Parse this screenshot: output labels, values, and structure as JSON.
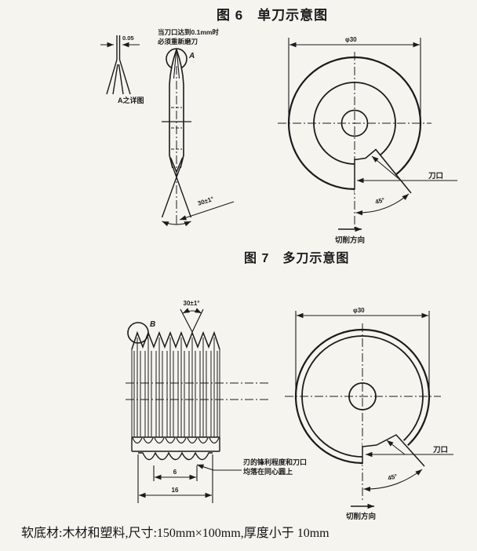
{
  "page": {
    "background": "#f5f4ef",
    "ink": "#1b1b1b"
  },
  "figure6": {
    "title": "图 6　单刀示意图",
    "note": {
      "line1": "当刀口达到0.1mm时",
      "line2": "必须重新磨刀"
    },
    "detail_view": {
      "width_dim": "0.05",
      "caption": "A之详图"
    },
    "blade_view": {
      "section_ref": "A",
      "tip_angle": "30±1°"
    },
    "disc_view": {
      "diameter_dim": "φ30",
      "edge_label": "刀口",
      "edge_angle": "45°",
      "cut_direction": "切削方向"
    }
  },
  "figure7": {
    "title": "图 7　多刀示意图",
    "blades_view": {
      "section_ref": "B",
      "tip_angle": "30±1°",
      "pitch_dim": "6",
      "width_dim": "16",
      "callout": {
        "line1": "刃的锋利程度和刀口",
        "line2": "均落在同心圆上"
      }
    },
    "disc_view": {
      "diameter_dim": "φ30",
      "edge_label": "刀口",
      "edge_angle": "45°",
      "cut_direction": "切削方向"
    }
  },
  "footer": {
    "substrate_note": "软底材:木材和塑料,尺寸:150mm×100mm,厚度小于 10mm"
  }
}
